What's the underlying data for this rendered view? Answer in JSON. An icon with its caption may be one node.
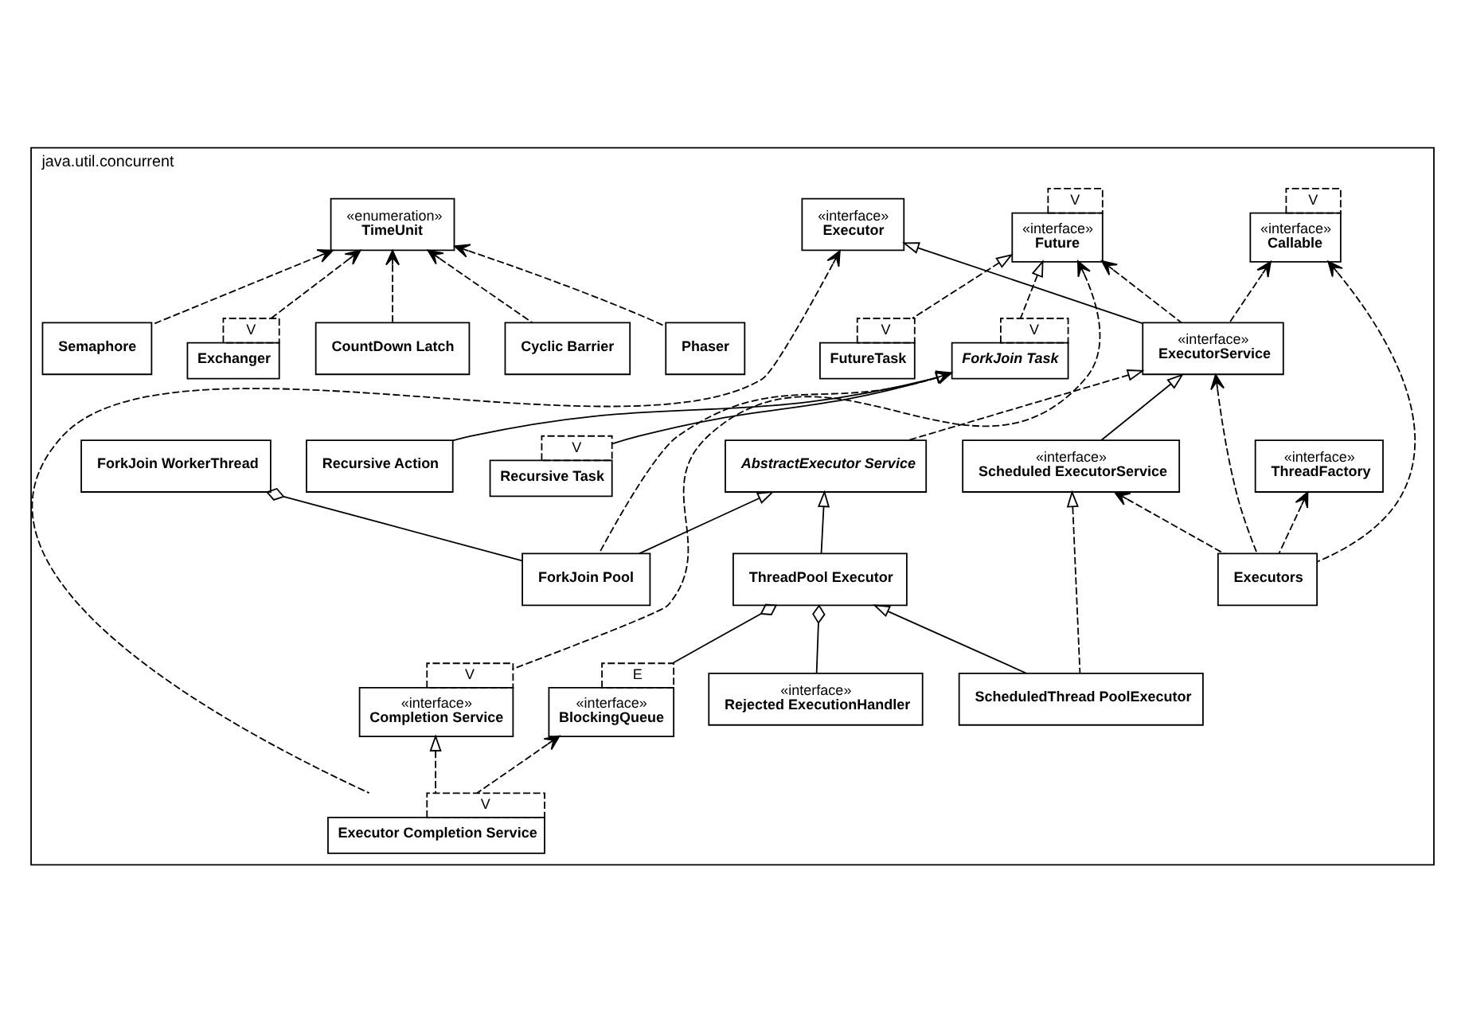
{
  "diagram": {
    "nodes": [
      {
        "text": [
          "java.util.concurrent"
        ]
      },
      {
        "text": [
          "Executors"
        ],
        "in": 0
      },
      {
        "text": [
          "«interface»",
          "Callable"
        ],
        "in": 0,
        "beside": [
          "V"
        ]
      },
      {
        "text": [
          "«interface»",
          "ThreadFactory"
        ],
        "in": 0
      },
      {
        "text": [
          "«interface»",
          "Future"
        ],
        "in": 0,
        "beside": [
          "V"
        ]
      },
      {
        "text": [
          "FutureTask"
        ],
        "in": 0,
        "beside": [
          "V"
        ]
      },
      {
        "text": [
          "ForkJoin Task"
        ],
        "in": 0,
        "beside": [
          "V"
        ]
      },
      {
        "text": [
          "Recursive Action"
        ],
        "in": 0
      },
      {
        "text": [
          "Recursive Task"
        ],
        "in": 0,
        "beside": [
          "V"
        ]
      },
      {
        "text": [
          "«interface»",
          "Executor"
        ],
        "in": 0
      },
      {
        "text": [
          "«interface»",
          "ExecutorService"
        ],
        "in": 0
      },
      {
        "text": [
          "«interface»",
          "Scheduled ExecutorService"
        ],
        "in": 0
      },
      {
        "text": [
          "«interface»",
          "Completion Service"
        ],
        "in": 0,
        "beside": [
          "V"
        ]
      },
      {
        "text": [
          "Executor Completion Service"
        ],
        "in": 0,
        "beside": [
          "V"
        ]
      },
      {
        "text": [
          "«interface»",
          "BlockingQueue"
        ],
        "in": 0,
        "beside": [
          "E"
        ]
      },
      {
        "text": [
          "AbstractExecutor Service"
        ],
        "in": 0
      },
      {
        "text": [
          "ForkJoin Pool"
        ],
        "in": 0
      },
      {
        "text": [
          "ThreadPool Executor"
        ],
        "in": 0
      },
      {
        "text": [
          "ForkJoin WorkerThread"
        ],
        "in": 0
      },
      {
        "text": [
          "«interface»",
          "Rejected ExecutionHandler"
        ],
        "in": 0
      },
      {
        "text": [
          "ScheduledThread PoolExecutor"
        ],
        "in": 0
      },
      {
        "text": [
          "CountDown Latch"
        ],
        "in": 0
      },
      {
        "text": [
          "Cyclic Barrier"
        ],
        "in": 0
      },
      {
        "text": [
          "Phaser"
        ],
        "in": 0
      },
      {
        "text": [
          "Semaphore"
        ],
        "in": 0
      },
      {
        "text": [
          "Exchanger"
        ],
        "in": 0,
        "beside": [
          "V"
        ]
      },
      {
        "text": [
          "«enumeration»",
          "TimeUnit"
        ],
        "in": 0
      }
    ],
    "edges": [
      {
        "from": 1,
        "to": 2,
        "arrow": "to",
        "style": "dashed"
      },
      {
        "from": 1,
        "to": 3,
        "arrow": "to",
        "style": "dashed"
      },
      {
        "from": 1,
        "to": 11,
        "arrow": "to",
        "style": "dashed"
      },
      {
        "from": 1,
        "to": 10,
        "arrow": "to",
        "style": "dashed"
      },
      {
        "from": 10,
        "to": 2,
        "arrow": "to",
        "style": "dashed"
      },
      {
        "from": 12,
        "to": 4,
        "arrow": "to",
        "style": "dashed"
      },
      {
        "from": 10,
        "to": 4,
        "arrow": "to",
        "style": "dashed"
      },
      {
        "from": 10,
        "to": 9,
        "arrow": "to"
      },
      {
        "from": 11,
        "to": 10,
        "arrow": "to"
      },
      {
        "from": 13,
        "to": 9,
        "arrow": "to",
        "style": "dashed"
      },
      {
        "from": 13,
        "to": 12,
        "arrow": "to",
        "style": "dashed"
      },
      {
        "from": 13,
        "to": 14,
        "arrow": "to",
        "style": "dashed"
      },
      {
        "from": 15,
        "to": 10,
        "arrow": "to",
        "style": "dashed"
      },
      {
        "from": 5,
        "to": 4,
        "arrow": "to",
        "style": "dashed"
      },
      {
        "from": 6,
        "to": 4,
        "arrow": "to",
        "style": "dashed"
      },
      {
        "from": 7,
        "to": 6,
        "arrow": "to"
      },
      {
        "from": 8,
        "to": 6,
        "arrow": "to"
      },
      {
        "from": 16,
        "to": 6,
        "arrow": "to",
        "style": "dashed"
      },
      {
        "from": 16,
        "to": 15,
        "arrow": "to"
      },
      {
        "from": 17,
        "to": 15,
        "arrow": "to"
      },
      {
        "from": 18,
        "to": 16,
        "arrow": "other"
      },
      {
        "from": 17,
        "to": 14,
        "arrow": "other"
      },
      {
        "from": 17,
        "to": 19,
        "arrow": "other"
      },
      {
        "from": 20,
        "to": 17,
        "arrow": "to"
      },
      {
        "from": 20,
        "to": 11,
        "arrow": "to",
        "style": "dashed"
      },
      {
        "from": 21,
        "to": 26,
        "arrow": "to",
        "style": "dashed"
      },
      {
        "from": 22,
        "to": 26,
        "arrow": "to",
        "style": "dashed"
      },
      {
        "from": 23,
        "to": 26,
        "arrow": "to",
        "style": "dashed"
      },
      {
        "from": 24,
        "to": 26,
        "arrow": "to",
        "style": "dashed"
      },
      {
        "from": 25,
        "to": 26,
        "arrow": "to",
        "style": "dashed"
      }
    ]
  }
}
